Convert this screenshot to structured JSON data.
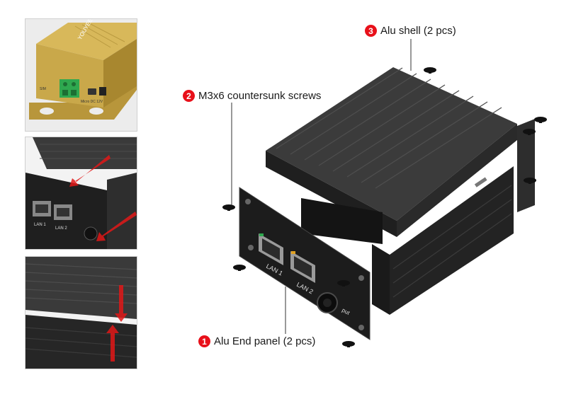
{
  "callouts": [
    {
      "number": "3",
      "label": "Alu shell (2 pcs)"
    },
    {
      "number": "2",
      "label": "M3x6 countersunk screws"
    },
    {
      "number": "1",
      "label": "Alu End panel (2 pcs)"
    }
  ],
  "panel_labels": {
    "lan1": "LAN 1",
    "lan2": "LAN 2",
    "power": "put"
  },
  "thumb_labels": {
    "brand": "YOUYEETOO",
    "sim": "SIM",
    "micro_dc": "Micro DC 12V",
    "lan1": "LAN 1",
    "lan2": "LAN 2"
  },
  "colors": {
    "badge": "#e8101a",
    "alu_gold": "#c9a84a",
    "terminal_green": "#2fa84f",
    "alu_black": "#2b2b2b",
    "arrow_red": "#e01818"
  }
}
